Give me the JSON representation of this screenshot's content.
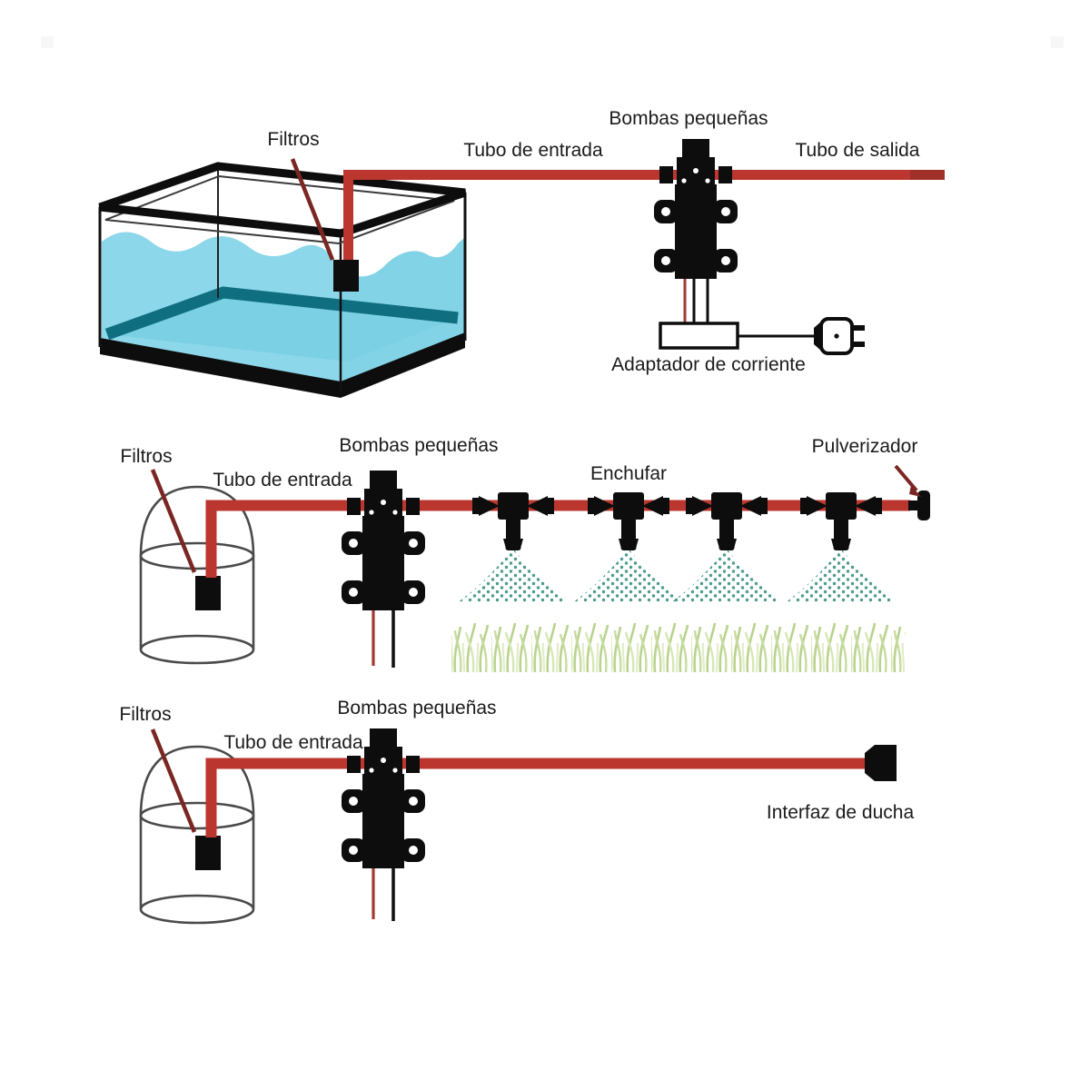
{
  "labels": {
    "top": {
      "filtros": "Filtros",
      "tubo_entrada": "Tubo de entrada",
      "bombas_pequenas": "Bombas pequeñas",
      "tubo_salida": "Tubo de salida",
      "adaptador_corriente": "Adaptador de corriente"
    },
    "middle": {
      "filtros": "Filtros",
      "tubo_entrada": "Tubo de entrada",
      "bombas_pequenas": "Bombas pequeñas",
      "enchufar": "Enchufar",
      "pulverizador": "Pulverizador"
    },
    "bottom": {
      "filtros": "Filtros",
      "tubo_entrada": "Tubo de entrada",
      "bombas_pequenas": "Bombas pequeñas",
      "interfaz_ducha": "Interfaz de ducha"
    }
  },
  "icons": {
    "aquarium": "aquarium-tank-icon",
    "filter": "filter-cube-icon",
    "pump": "water-pump-icon",
    "adapter": "power-adapter-icon",
    "plug": "power-plug-icon",
    "bucket": "bucket-icon",
    "tee": "tee-nozzle-icon",
    "mist": "mist-spray-icon",
    "grass": "grass-icon",
    "tube": "red-hose-icon",
    "end_cap": "sprayer-end-cap-icon",
    "shower": "shower-interface-icon"
  },
  "colors": {
    "tube_red": "#bb362e",
    "tube_red_dark": "#a12f29",
    "pointer_maroon": "#7a2723",
    "water_blue": "#8cd7ea",
    "water_right": "#83d3e6",
    "water_floor": "#7bd0e3",
    "water_dark_teal": "#0f6e80",
    "mist_teal": "#4d9b8e",
    "grass_green": "#b9d38f",
    "grass_light": "#d6e7b6",
    "device_black": "#0d0d0d",
    "background": "#ffffff"
  }
}
